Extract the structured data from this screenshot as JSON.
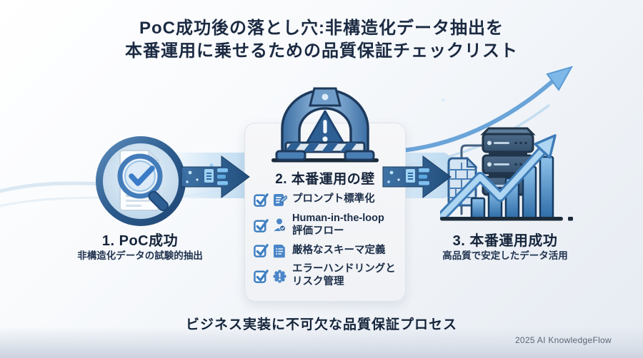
{
  "title": {
    "line1": "PoC成功後の落とし穴:非構造化データ抽出を",
    "line2": "本番運用に乗せるための品質保証チェックリスト"
  },
  "steps": {
    "poc": {
      "label": "1. PoC成功",
      "sublabel": "非構造化データの試験的抽出",
      "icon": "document-magnifier-check-icon"
    },
    "wall": {
      "label": "2. 本番運用の壁",
      "icon": "gate-barrier-warning-icon"
    },
    "production": {
      "label": "3. 本番運用成功",
      "sublabel": "高品質で安定したデータ活用",
      "icon": "server-growth-chart-icon"
    }
  },
  "checklist": {
    "items": [
      {
        "label": "プロンプト標準化",
        "icon": "document-edit-icon"
      },
      {
        "label": "Human-in-the-loop\n評価フロー",
        "icon": "human-in-loop-icon"
      },
      {
        "label": "厳格なスキーマ定義",
        "icon": "schema-document-icon"
      },
      {
        "label": "エラーハンドリングと\nリスク管理",
        "icon": "gear-alert-icon"
      }
    ],
    "checkbox_icon": "checkbox-checked-icon"
  },
  "flow": {
    "arrow1_icon": "data-flow-arrow-icon",
    "arrow2_icon": "data-flow-arrow-icon",
    "swoosh_icon": "growth-swoosh-arrow-icon"
  },
  "footer": {
    "tagline": "ビジネス実装に不可欠な品質保証プロセス",
    "credit": "2025 AI KnowledgeFlow"
  },
  "colors": {
    "title_text": "#1b2a42",
    "accent_dark_blue": "#1d4a79",
    "accent_mid_blue": "#3a6fa4",
    "icon_blue": "#4a86c8",
    "checkbox_blue": "#3f7fc1",
    "light_blue": "#aed6f2",
    "card_bg": "#f3f5f7",
    "bg_top": "#ffffff",
    "bg_bottom": "#e3e8f0"
  }
}
